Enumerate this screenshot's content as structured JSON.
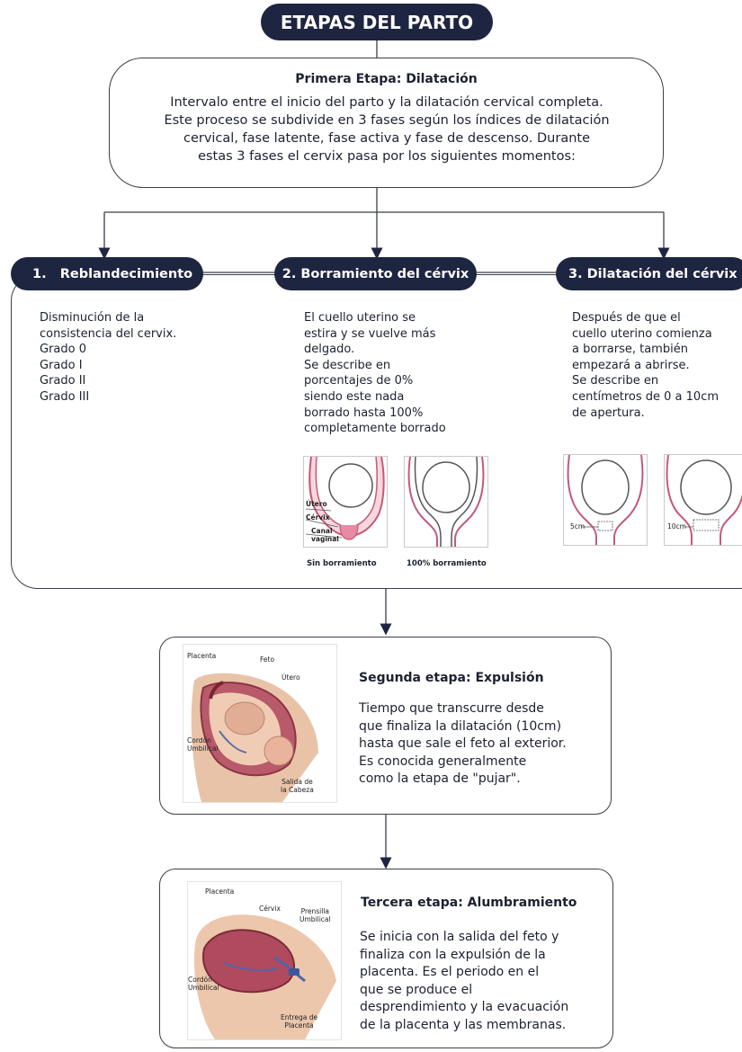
{
  "title": "ETAPAS DEL PARTO",
  "first_stage": {
    "heading": "Primera Etapa: Dilatación",
    "description": "Intervalo entre el inicio del parto y la dilatación cervical completa.\nEste proceso se subdivide en 3 fases según los índices de dilatación\ncervical, fase latente, fase activa y fase de descenso. Durante\nestas 3 fases el cervix pasa por los siguientes momentos:"
  },
  "phases": [
    {
      "label": "1.   Reblandecimiento",
      "text": "Disminución de la\nconsistencia del cervix.\nGrado 0\nGrado I\nGrado II\nGrado III"
    },
    {
      "label": "2. Borramiento del cérvix",
      "text": "El cuello uterino se\nestira y se vuelve más\ndelgado.\nSe describe en\nporcentajes de 0%\nsiendo este nada\nborrado hasta 100%\ncompletamente borrado",
      "image_labels": {
        "utero": "Útero",
        "cervix": "Cérvix",
        "canal": "Canal\nvaginal"
      },
      "captions": [
        "Sin borramiento",
        "100% borramiento"
      ]
    },
    {
      "label": "3. Dilatación del cérvix",
      "text": "Después de que el\ncuello uterino comienza\na borrarse, también\nempezará a abrirse.\nSe describe en\ncentímetros de 0 a 10cm\nde apertura.",
      "image_labels": [
        "5cm",
        "10cm"
      ]
    }
  ],
  "second_stage": {
    "heading": "Segunda etapa: Expulsión",
    "description": "Tiempo que transcurre desde\nque finaliza la dilatación (10cm)\nhasta que sale el feto al exterior.\nEs conocida generalmente\ncomo la etapa de \"pujar\".",
    "image_labels": {
      "placenta": "Placenta",
      "feto": "Feto",
      "utero": "Útero",
      "cordon": "Cordón\nUmbilical",
      "salida": "Salida de\nla Cabeza"
    }
  },
  "third_stage": {
    "heading": "Tercera etapa: Alumbramiento",
    "description": "Se inicia con la salida del feto y\nfinaliza con la expulsión de la\nplacenta. Es el periodo en el\nque se produce el\ndesprendimiento y la evacuación\nde la placenta y las membranas.",
    "image_labels": {
      "placenta": "Placenta",
      "cervix": "Cérvix",
      "prensilla": "Prensilla\nUmbilical",
      "cordon": "Cordón\nUmbilical",
      "entrega": "Entrega de\nPlacenta"
    }
  },
  "colors": {
    "navy": "#1e2540",
    "pink": "#d97a93",
    "light_pink": "#f3c4cf"
  }
}
